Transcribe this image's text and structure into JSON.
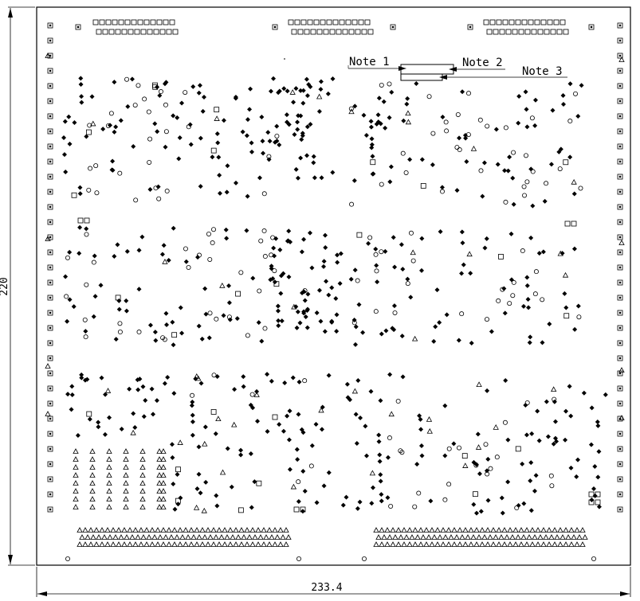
{
  "drawing": {
    "dimensions": {
      "width_label": "233.4",
      "height_label": "220"
    },
    "notes": [
      {
        "id": "note1",
        "text": "Note 1"
      },
      {
        "id": "note2",
        "text": "Note 2"
      },
      {
        "id": "note3",
        "text": "Note 3"
      }
    ],
    "colors": {
      "line": "#000000",
      "background": "#ffffff"
    },
    "marker_types": [
      "filled-diamond",
      "hollow-circle",
      "hollow-square",
      "hollow-triangle",
      "boxed-x"
    ]
  }
}
